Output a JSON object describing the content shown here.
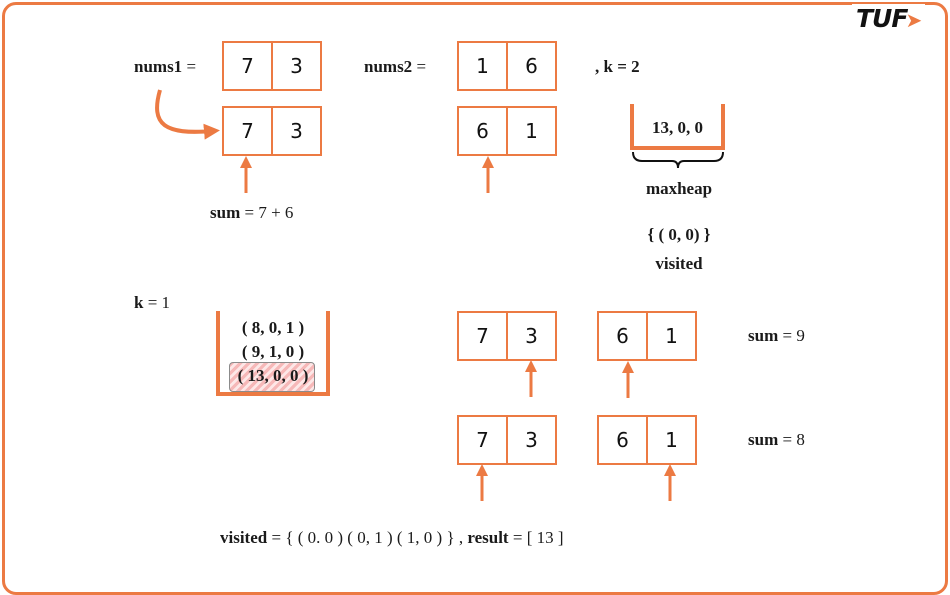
{
  "logo": {
    "text": "TUF",
    "accent": "#ec7a43"
  },
  "colors": {
    "accent": "#ec7a43",
    "text": "#1a1a1a",
    "highlight": "#f6b8b8"
  },
  "top": {
    "nums1_label": "nums1",
    "nums2_label": "nums2",
    "equals": "=",
    "k_text": ", k = 2",
    "nums1": [
      "7",
      "3"
    ],
    "nums2": [
      "1",
      "6"
    ],
    "nums1_sorted": [
      "7",
      "3"
    ],
    "nums2_sorted": [
      "6",
      "1"
    ],
    "sum_label": "sum",
    "sum_expr": "= 7 + 6",
    "maxheap_content": "13, 0, 0",
    "maxheap_label": "maxheap",
    "visited_set": "{ ( 0, 0) }",
    "visited_label": "visited"
  },
  "bottom": {
    "k_label": "k",
    "k_value": "= 1",
    "heap_items": [
      "( 8, 0, 1 )",
      "( 9, 1, 0 )",
      "( 13, 0, 0 )"
    ],
    "row1": {
      "a": [
        "7",
        "3"
      ],
      "b": [
        "6",
        "1"
      ],
      "sum_label": "sum",
      "sum_value": "= 9"
    },
    "row2": {
      "a": [
        "7",
        "3"
      ],
      "b": [
        "6",
        "1"
      ],
      "sum_label": "sum",
      "sum_value": "= 8"
    },
    "visited_label": "visited",
    "visited_value": "= { ( 0. 0 ) ( 0, 1 ) ( 1, 0 ) }",
    "result_sep": ",",
    "result_label": "result",
    "result_value": "= [ 13 ]"
  }
}
